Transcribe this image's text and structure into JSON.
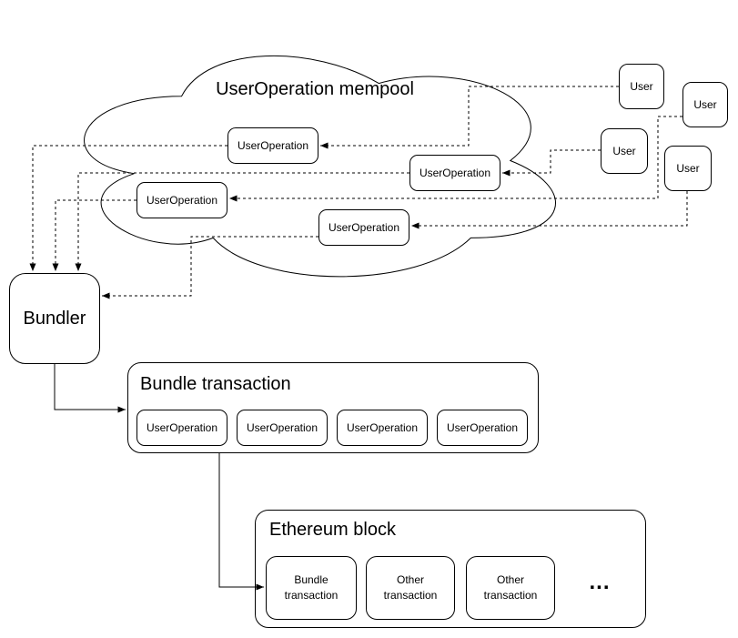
{
  "diagram": {
    "colors": {
      "stroke": "#000000",
      "background": "#ffffff",
      "text": "#000000"
    },
    "mempool": {
      "title": "UserOperation mempool",
      "operations": [
        {
          "label": "UserOperation"
        },
        {
          "label": "UserOperation"
        },
        {
          "label": "UserOperation"
        },
        {
          "label": "UserOperation"
        }
      ]
    },
    "users": [
      {
        "label": "User"
      },
      {
        "label": "User"
      },
      {
        "label": "User"
      },
      {
        "label": "User"
      }
    ],
    "bundler": {
      "label": "Bundler"
    },
    "bundle_transaction": {
      "title": "Bundle transaction",
      "operations": [
        {
          "label": "UserOperation"
        },
        {
          "label": "UserOperation"
        },
        {
          "label": "UserOperation"
        },
        {
          "label": "UserOperation"
        }
      ]
    },
    "ethereum_block": {
      "title": "Ethereum block",
      "transactions": [
        {
          "label": "Bundle transaction"
        },
        {
          "label": "Other transaction"
        },
        {
          "label": "Other transaction"
        }
      ],
      "ellipsis": "..."
    }
  }
}
